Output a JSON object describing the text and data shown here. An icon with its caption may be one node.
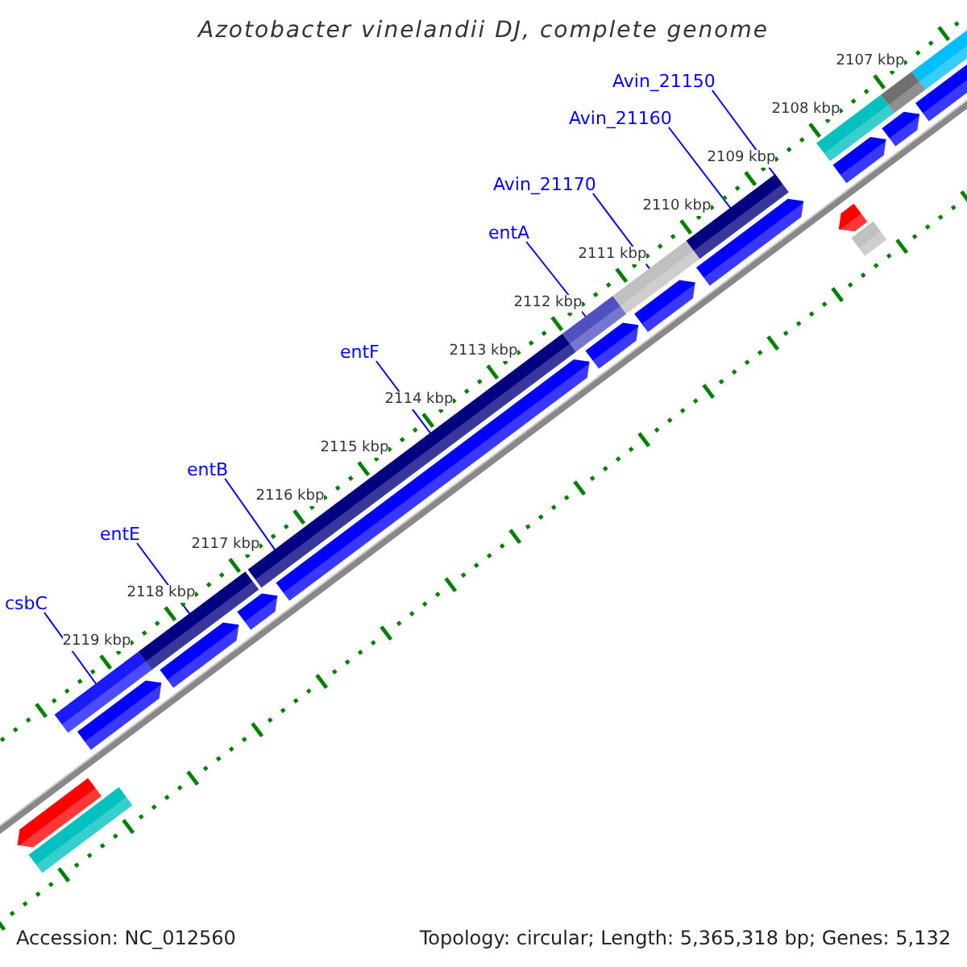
{
  "diagram": {
    "title": "Azotobacter vinelandii DJ, complete genome",
    "nodes": [
      {
        "text": [
          "csbC"
        ]
      },
      {
        "text": [
          "entE"
        ]
      },
      {
        "text": [
          "entB"
        ]
      },
      {
        "text": [
          "entF"
        ]
      },
      {
        "text": [
          "entA"
        ]
      },
      {
        "text": [
          "Avin_21170"
        ]
      },
      {
        "text": [
          "Avin_21160"
        ]
      },
      {
        "text": [
          "Avin_21150"
        ]
      }
    ],
    "edges": [
      {
        "from": 0,
        "to": null,
        "arrow": "none"
      },
      {
        "from": 1,
        "to": null,
        "arrow": "none"
      },
      {
        "from": 2,
        "to": null,
        "arrow": "none"
      },
      {
        "from": 3,
        "to": null,
        "arrow": "none"
      },
      {
        "from": 4,
        "to": null,
        "arrow": "none"
      },
      {
        "from": 5,
        "to": null,
        "arrow": "none"
      },
      {
        "from": 6,
        "to": null,
        "arrow": "none"
      },
      {
        "from": 7,
        "to": null,
        "arrow": "none"
      }
    ],
    "labels": [
      "2107 kbp",
      "2108 kbp",
      "2109 kbp",
      "2110 kbp",
      "2111 kbp",
      "2112 kbp",
      "2113 kbp",
      "2114 kbp",
      "2115 kbp",
      "2116 kbp",
      "2117 kbp",
      "2118 kbp",
      "2119 kbp",
      "Accession: NC_012560",
      "Topology: circular; Length: 5,365,318 bp; Genes: 5,132"
    ]
  }
}
